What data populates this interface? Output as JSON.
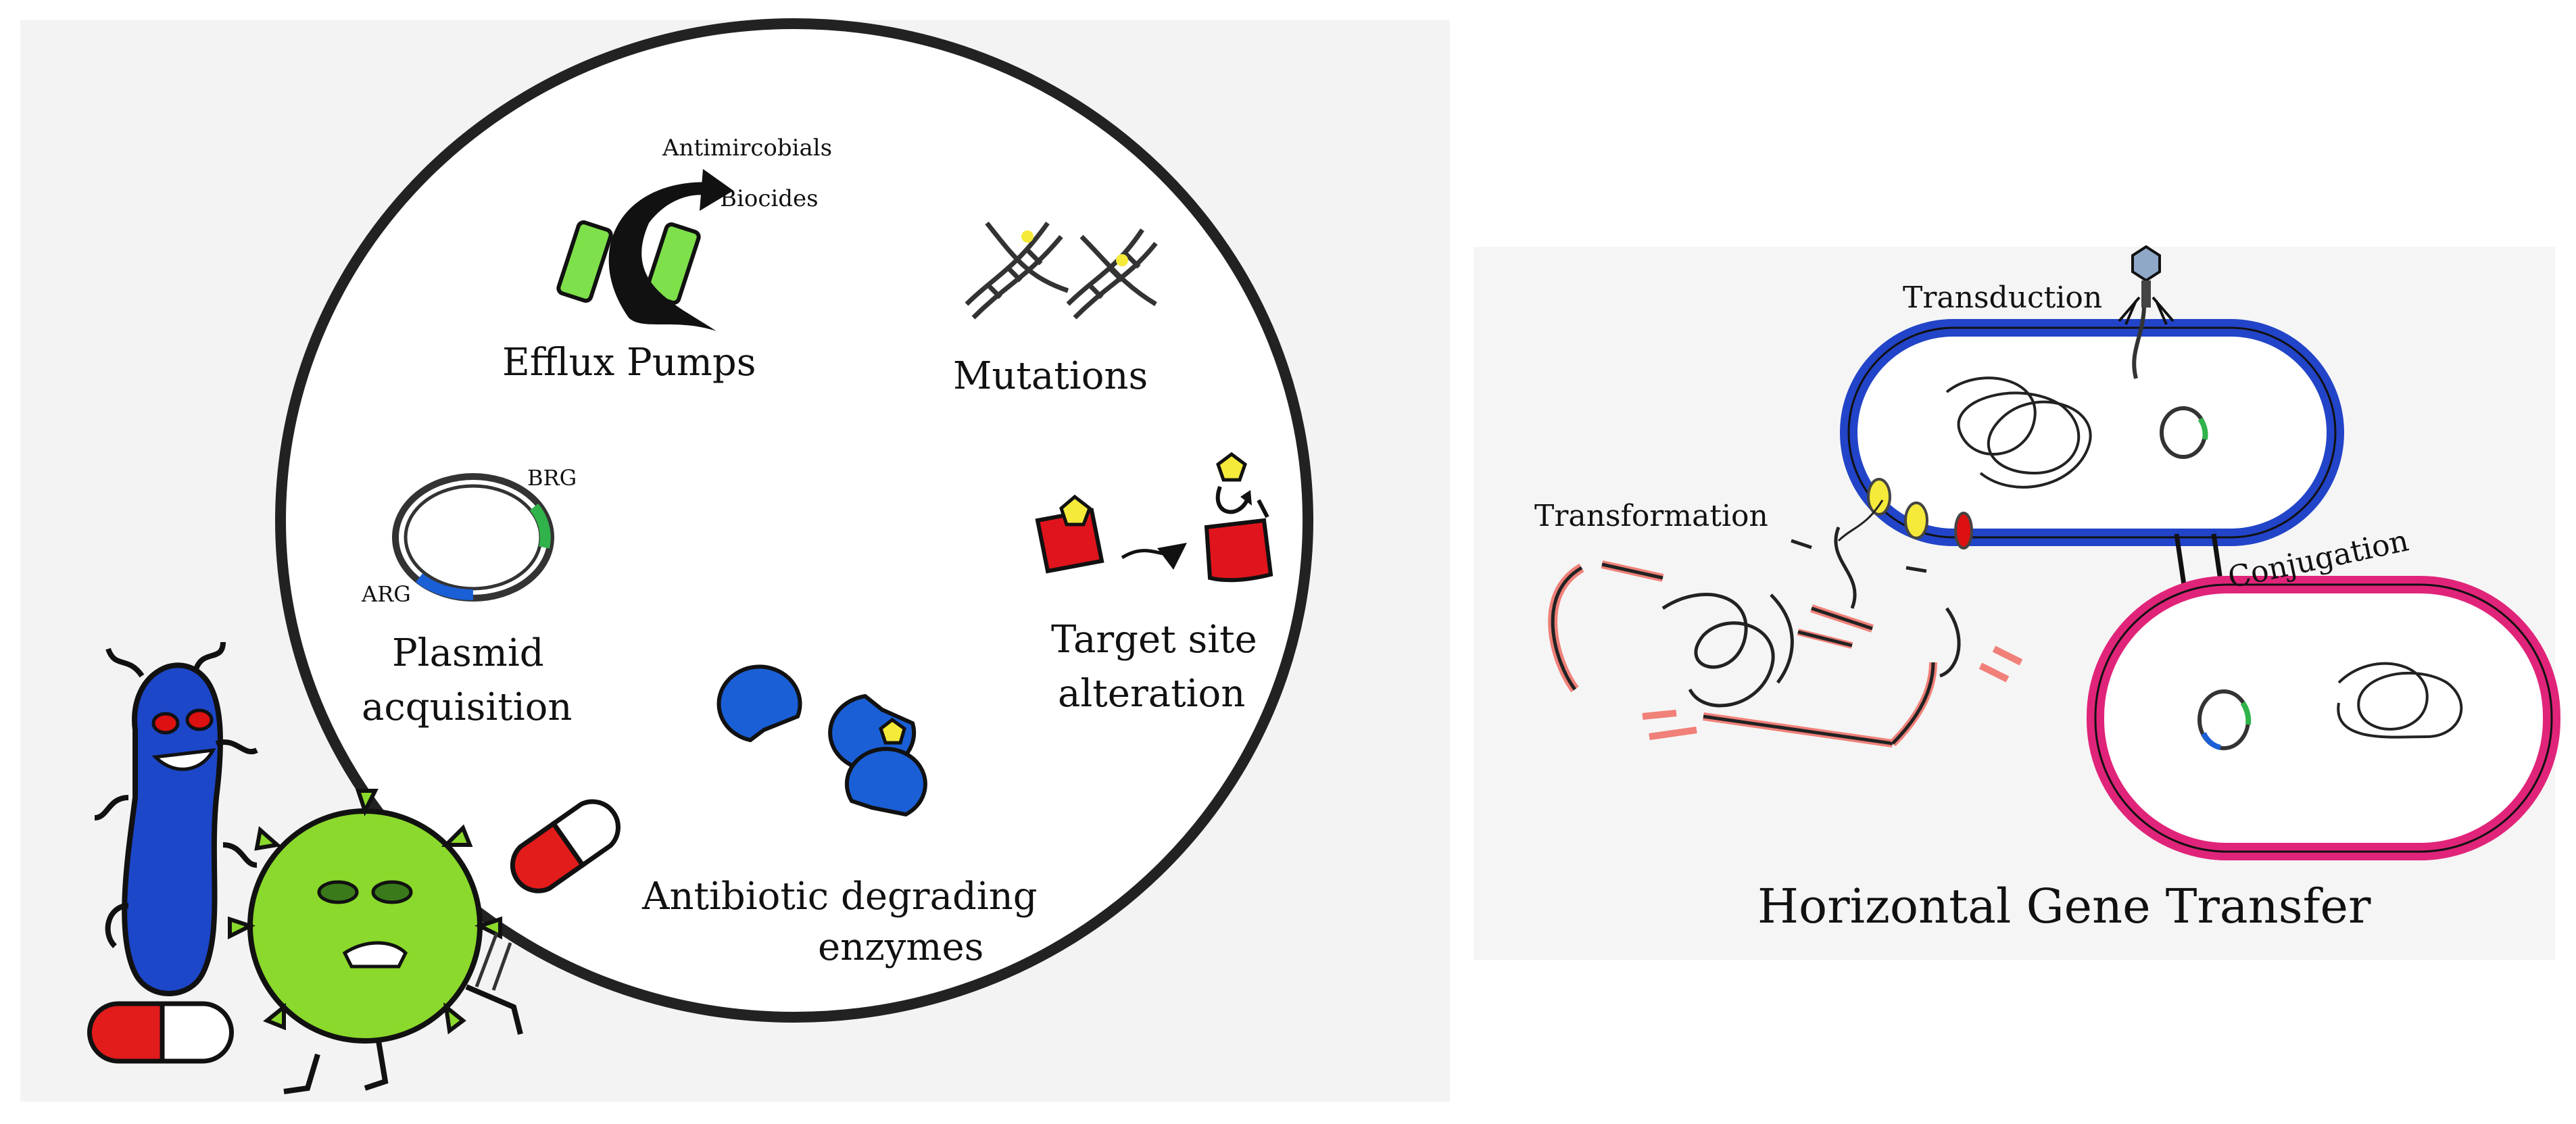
{
  "left_panel": {
    "labels": {
      "antimicrobials": "Antimircobials",
      "biocides": "Biocides",
      "efflux_pumps": "Efflux Pumps",
      "mutations": "Mutations",
      "brg": "BRG",
      "arg": "ARG",
      "plasmid_line1": "Plasmid",
      "plasmid_line2": "acquisition",
      "target_line1": "Target site",
      "target_line2": "alteration",
      "enzymes_line1": "Antibiotic degrading",
      "enzymes_line2": "enzymes"
    }
  },
  "right_panel": {
    "labels": {
      "transduction": "Transduction",
      "transformation": "Transformation",
      "conjugation": "Conjugation",
      "title": "Horizontal Gene Transfer"
    }
  },
  "colors": {
    "panel_bg": "#f3f3f3",
    "outline": "#222222",
    "efflux_green": "#7ee04a",
    "enzyme_blue": "#1a5fd6",
    "target_red": "#e0141c",
    "pentagon_yellow": "#f5ea3a",
    "cell_blue": "#2244c8",
    "cell_magenta": "#e0247a",
    "fragment_pink": "#f08078",
    "bacterium_blue": "#1d47c9",
    "bacterium_green": "#8bd92c",
    "pill_red": "#e21b1b"
  }
}
